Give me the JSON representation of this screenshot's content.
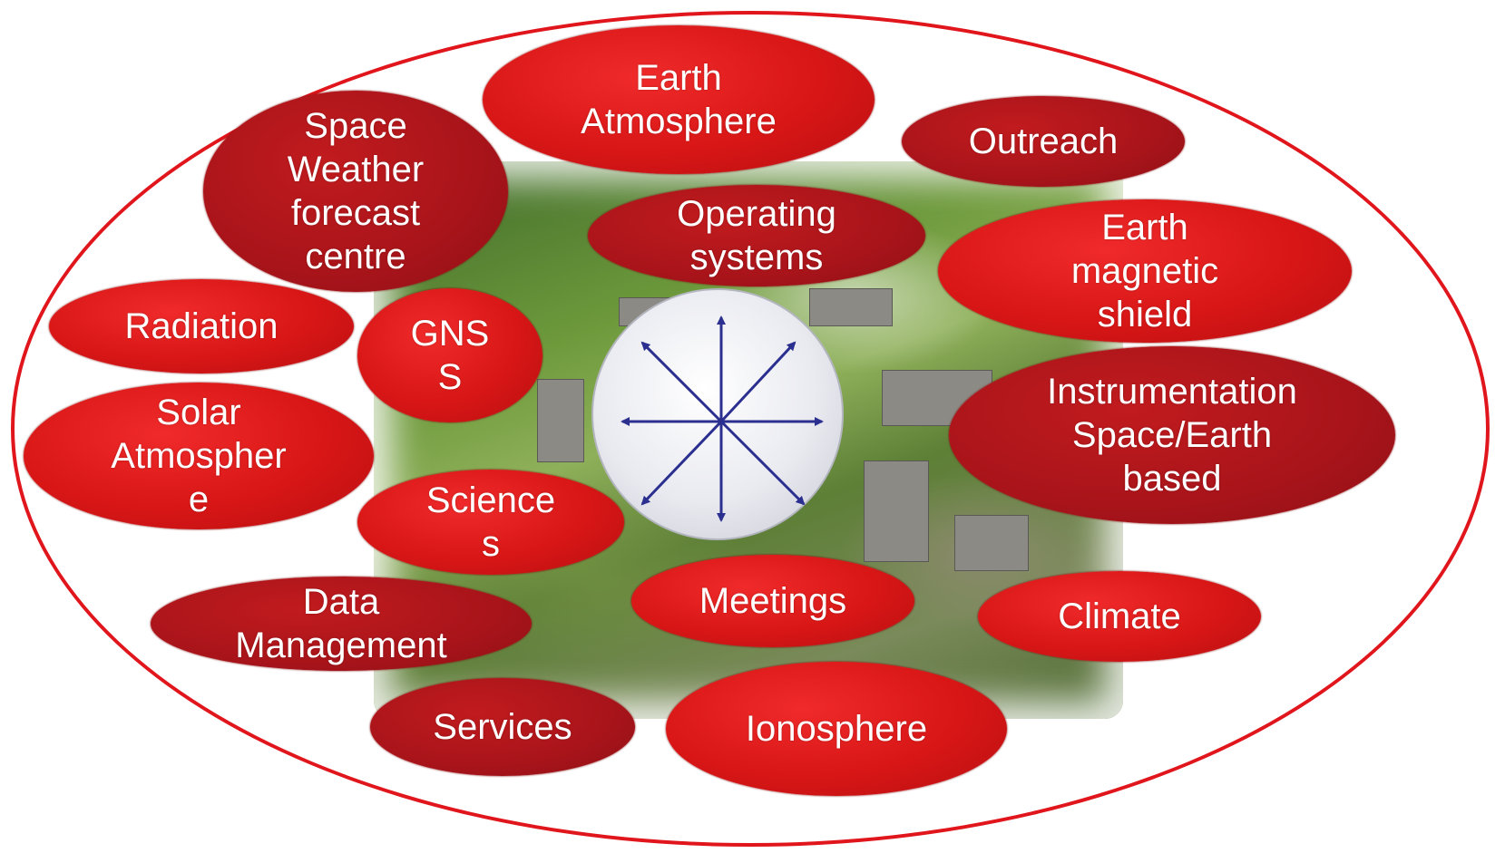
{
  "colors": {
    "accent": "#e0161c",
    "bubble_light": "#d81616",
    "bubble_dark": "#a8141a",
    "arrow": "#2b2f8f",
    "hub": "#e9eaf0"
  },
  "center": {
    "icon": "eight-direction-arrows-icon"
  },
  "bubbles": [
    {
      "id": "earth-atmosphere",
      "label": "Earth\nAtmosphere"
    },
    {
      "id": "outreach",
      "label": "Outreach"
    },
    {
      "id": "space-weather",
      "label": "Space\nWeather\nforecast\ncentre"
    },
    {
      "id": "operating-systems",
      "label": "Operating\nsystems"
    },
    {
      "id": "earth-magnetic-shield",
      "label": "Earth\nmagnetic\nshield"
    },
    {
      "id": "radiation",
      "label": "Radiation"
    },
    {
      "id": "gnss",
      "label": "GNS\nS"
    },
    {
      "id": "instrumentation",
      "label": "Instrumentation\nSpace/Earth\nbased"
    },
    {
      "id": "solar-atmosphere",
      "label": "Solar\nAtmospher\ne"
    },
    {
      "id": "sciences",
      "label": "Science\ns"
    },
    {
      "id": "data-management",
      "label": "Data\nManagement"
    },
    {
      "id": "meetings",
      "label": "Meetings"
    },
    {
      "id": "climate",
      "label": "Climate"
    },
    {
      "id": "services",
      "label": "Services"
    },
    {
      "id": "ionosphere",
      "label": "Ionosphere"
    }
  ]
}
